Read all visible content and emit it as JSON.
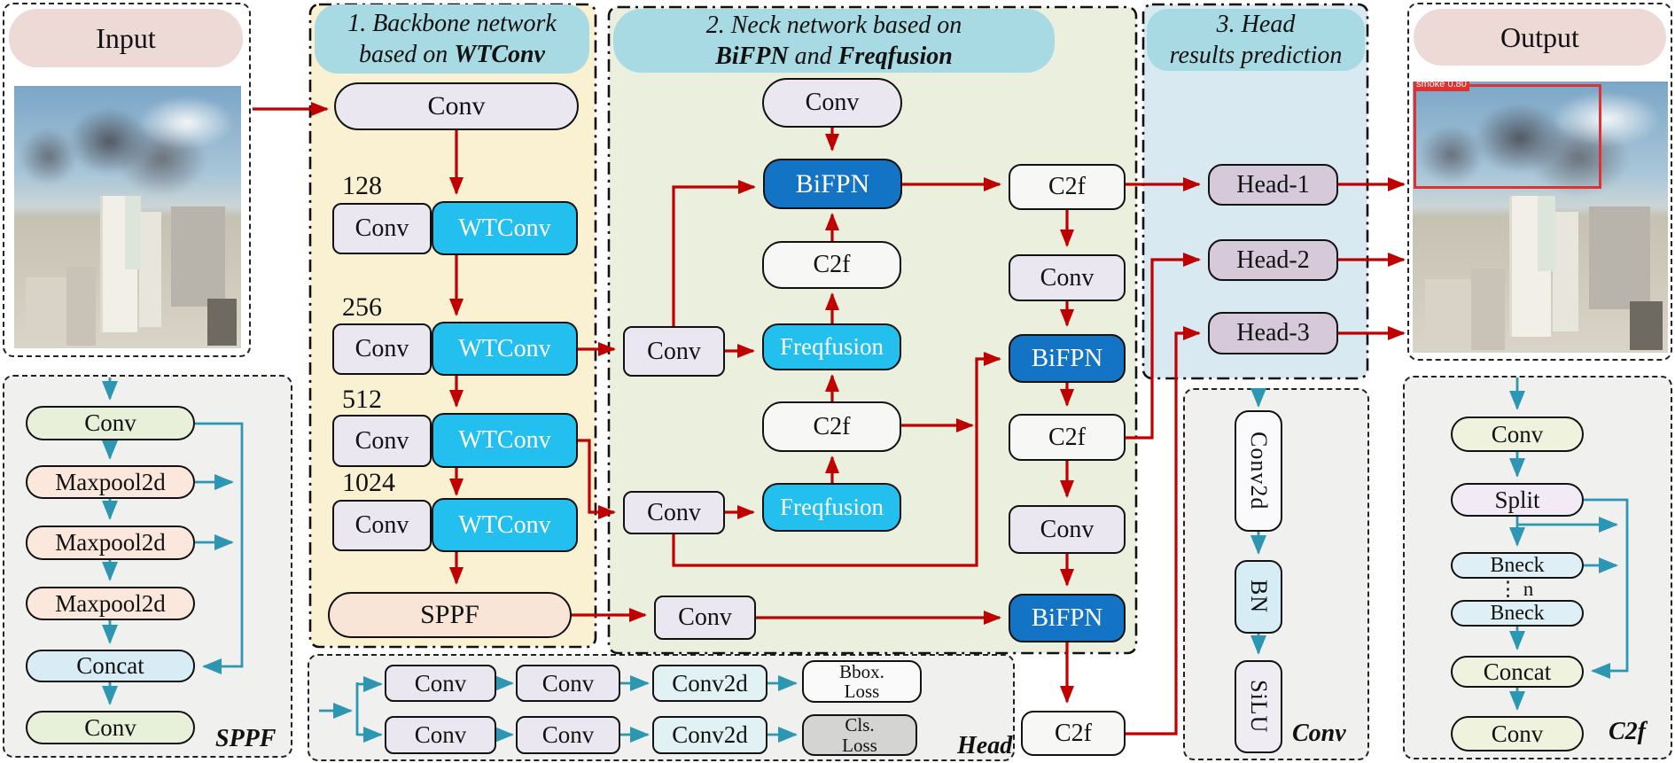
{
  "labels": {
    "conv": "Conv",
    "wtconv": "WTConv",
    "bifpn": "BiFPN",
    "c2f": "C2f",
    "freqfusion": "Freqfusion",
    "sppf": "SPPF",
    "maxpool2d": "Maxpool2d",
    "concat": "Concat",
    "split": "Split",
    "bneck": "Bneck",
    "bneck_n": "⋮ n",
    "conv2d": "Conv2d",
    "bn": "BN",
    "silu": "SiLU"
  },
  "input": {
    "title": "Input"
  },
  "output": {
    "title": "Output",
    "detection": "smoke 0.80"
  },
  "backbone": {
    "title_line1": "1. Backbone network",
    "title_line2_normal": "based on ",
    "title_line2_bold": "WTConv",
    "channels": [
      "128",
      "256",
      "512",
      "1024"
    ]
  },
  "neck": {
    "title_line1": "2. Neck network based on",
    "title_bold1": "BiFPN",
    "title_mid": " and ",
    "title_bold2": "Freqfusion"
  },
  "head": {
    "title_line1": "3. Head",
    "title_line2": "results prediction",
    "items": [
      "Head-1",
      "Head-2",
      "Head-3"
    ]
  },
  "details": {
    "sppf_label": "SPPF",
    "c2f_label": "C2f",
    "conv_label": "Conv",
    "head_label": "Head",
    "bbox_line1": "Bbox.",
    "bbox_line2": "Loss",
    "cls_line1": "Cls.",
    "cls_line2": "Loss"
  },
  "colors": {
    "arrow_red": "#C00000",
    "arrow_teal": "#2D96B3",
    "bifpn_blue": "#1373C4",
    "cyan": "#23BFEF",
    "backbone_bg": "#FAF0D2",
    "neck_bg": "#EBEFDD",
    "head_bg": "#D9E9F1",
    "header_pill": "#A8DAE4",
    "io_pill": "#EDD9D6"
  }
}
